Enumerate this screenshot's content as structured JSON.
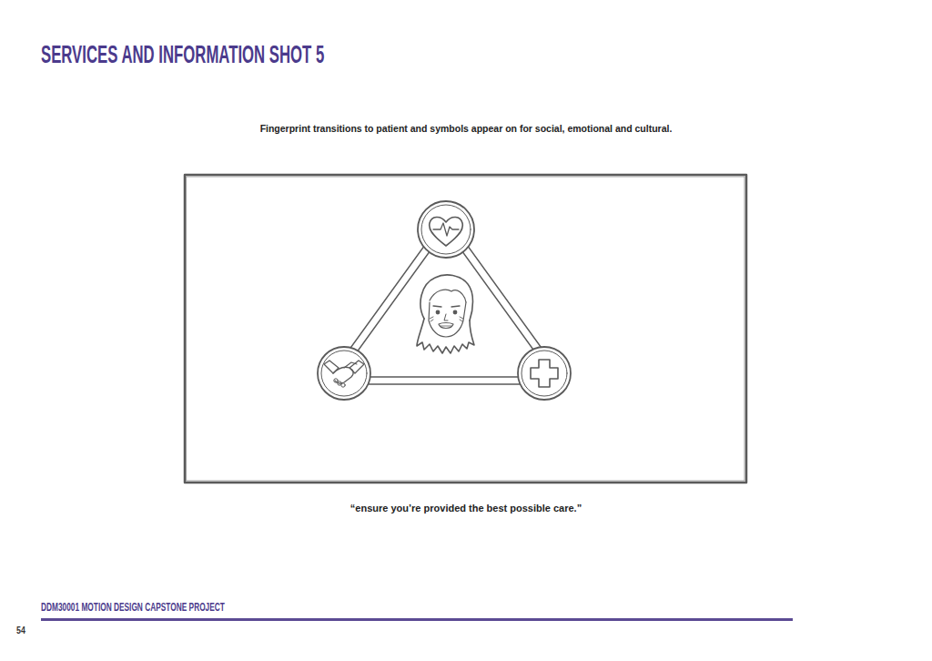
{
  "diagram": {
    "title": "SERVICES AND INFORMATION SHOT 5",
    "caption": "“ensure you’re provided the best possible care.”",
    "labels": [
      "Fingerprint transitions to patient and symbols appear on for social, emotional and cultural.",
      "DDM30001 MOTION DESIGN CAPSTONE PROJECT",
      "54"
    ]
  }
}
